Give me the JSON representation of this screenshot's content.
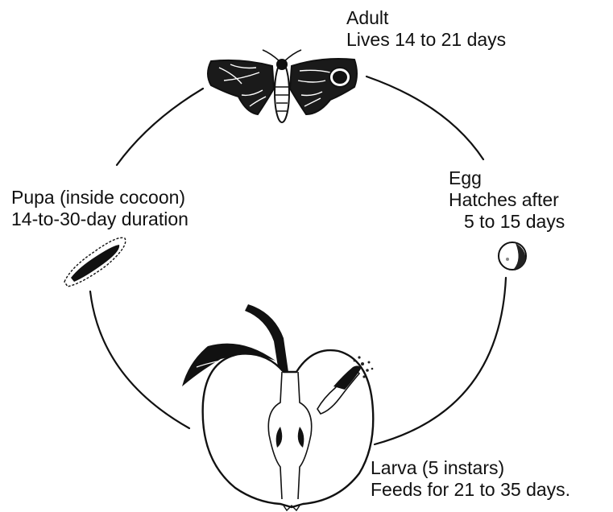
{
  "stages": {
    "adult": {
      "title": "Adult",
      "detail": "Lives 14 to 21 days"
    },
    "egg": {
      "title": "Egg",
      "detail_1": "Hatches after",
      "detail_2": "5 to 15 days"
    },
    "larva": {
      "title": "Larva (5 instars)",
      "detail": "Feeds for 21 to 35 days."
    },
    "pupa": {
      "title": "Pupa (inside cocoon)",
      "detail": "14-to-30-day duration"
    }
  },
  "illustrations": [
    "moth",
    "egg",
    "apple-with-larva",
    "pupa-cocoon"
  ],
  "colors": {
    "ink": "#111111",
    "background": "#ffffff"
  }
}
